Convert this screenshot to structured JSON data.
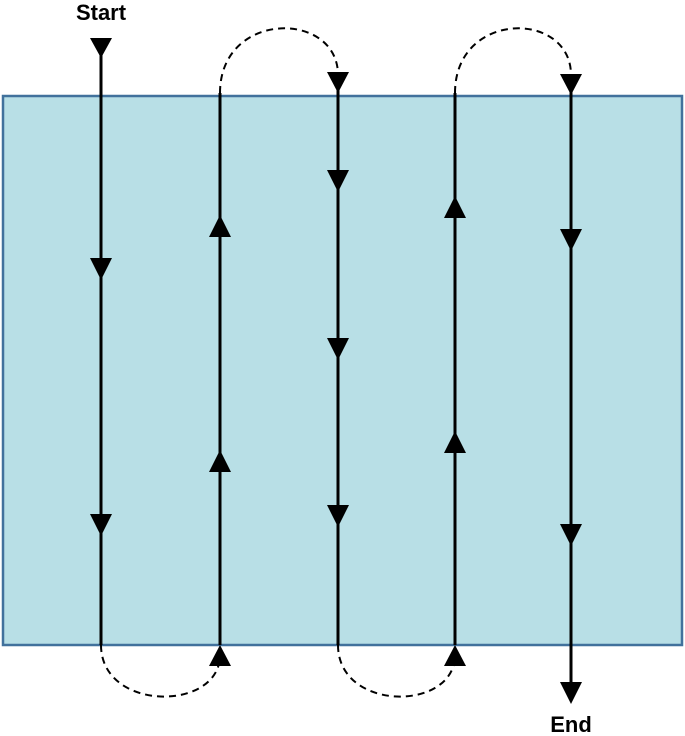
{
  "labels": {
    "start": "Start",
    "end": "End"
  },
  "colors": {
    "field_fill": "#b8dfe6",
    "field_stroke": "#41719c",
    "path": "#000000",
    "background": "#ffffff"
  },
  "path": {
    "pass_directions": [
      "down",
      "up",
      "down",
      "up",
      "down"
    ],
    "turn_style": "dashed-arc"
  }
}
